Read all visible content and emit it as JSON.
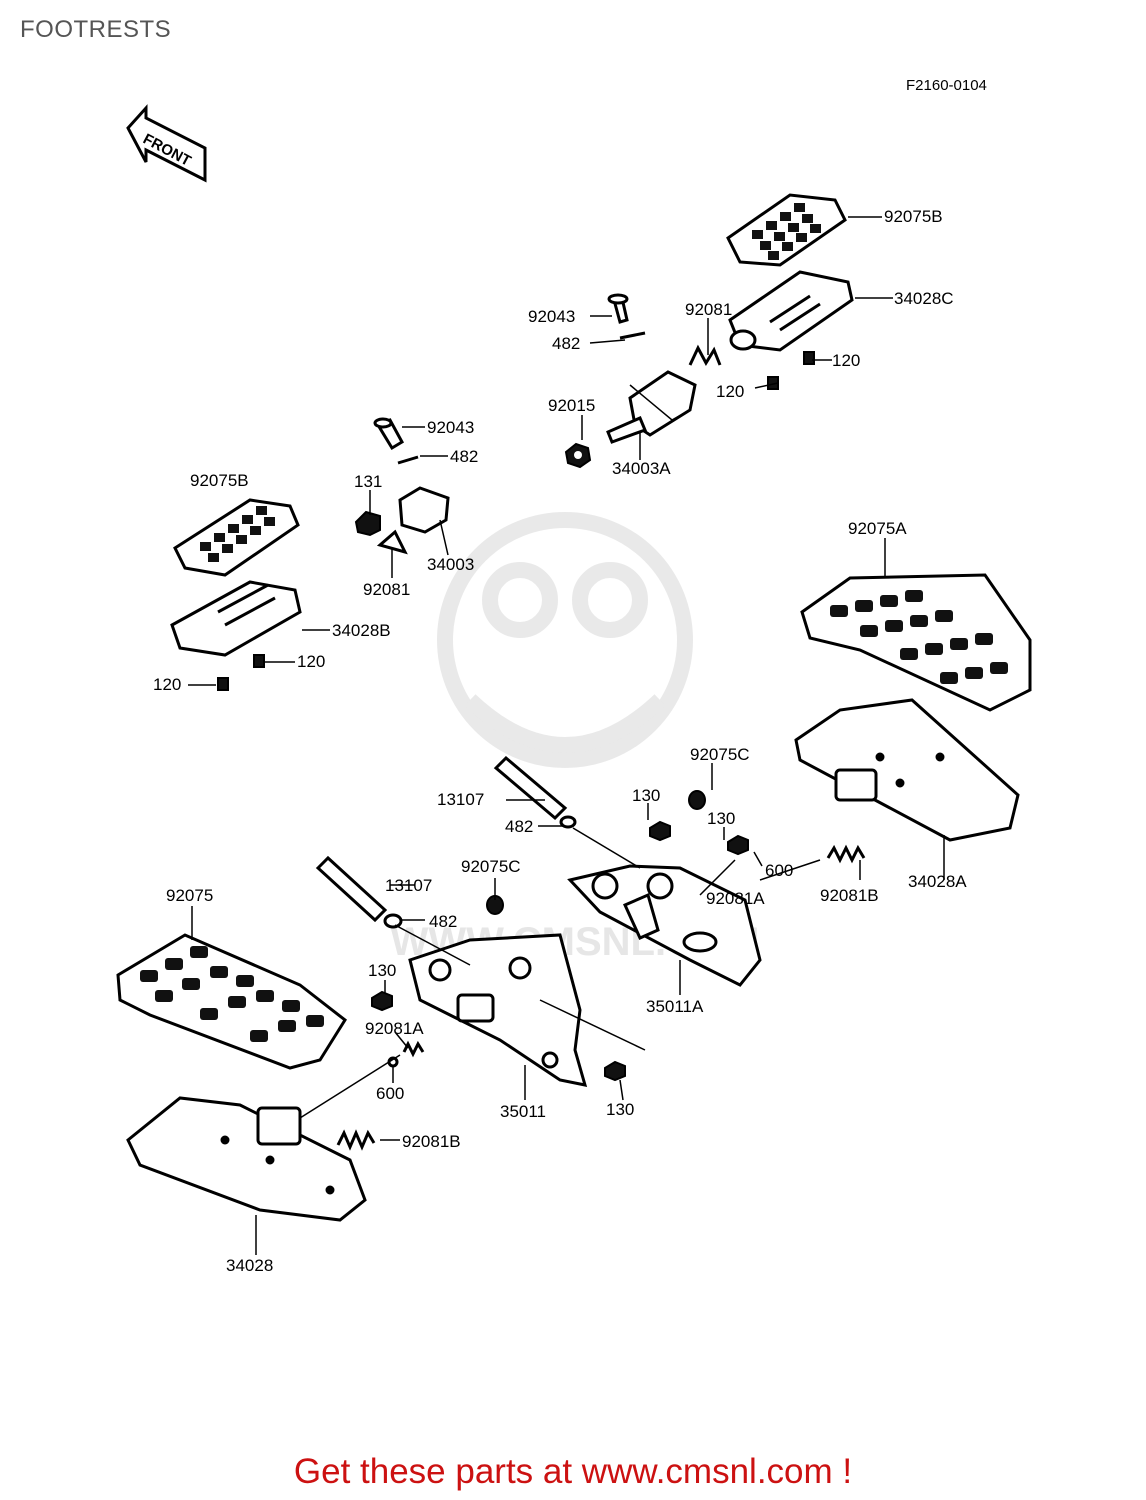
{
  "page": {
    "title": "FOOTRESTS",
    "diagram_code": "F2160-0104",
    "front_label": "FRONT",
    "watermark_text": "WWW.CMSNL.COM",
    "footer_text": "Get these parts at www.cmsnl.com !"
  },
  "colors": {
    "title": "#555555",
    "footer": "#cc1111",
    "lines": "#000000",
    "watermark": "#dddddd"
  },
  "callouts": [
    {
      "id": "c1",
      "part": "92075B"
    },
    {
      "id": "c2",
      "part": "34028C"
    },
    {
      "id": "c3",
      "part": "92081"
    },
    {
      "id": "c4",
      "part": "92043"
    },
    {
      "id": "c5",
      "part": "482"
    },
    {
      "id": "c6",
      "part": "120"
    },
    {
      "id": "c7",
      "part": "120"
    },
    {
      "id": "c8",
      "part": "92015"
    },
    {
      "id": "c9",
      "part": "34003A"
    },
    {
      "id": "c10",
      "part": "92043"
    },
    {
      "id": "c11",
      "part": "482"
    },
    {
      "id": "c12",
      "part": "131"
    },
    {
      "id": "c13",
      "part": "92075B"
    },
    {
      "id": "c14",
      "part": "34003"
    },
    {
      "id": "c15",
      "part": "92081"
    },
    {
      "id": "c16",
      "part": "34028B"
    },
    {
      "id": "c17",
      "part": "120"
    },
    {
      "id": "c18",
      "part": "120"
    },
    {
      "id": "c19",
      "part": "92075A"
    },
    {
      "id": "c20",
      "part": "92075C"
    },
    {
      "id": "c21",
      "part": "13107"
    },
    {
      "id": "c22",
      "part": "130"
    },
    {
      "id": "c23",
      "part": "482"
    },
    {
      "id": "c24",
      "part": "130"
    },
    {
      "id": "c25",
      "part": "600"
    },
    {
      "id": "c26",
      "part": "92075C"
    },
    {
      "id": "c27",
      "part": "92081A"
    },
    {
      "id": "c28",
      "part": "92081B"
    },
    {
      "id": "c29",
      "part": "34028A"
    },
    {
      "id": "c30",
      "part": "13107"
    },
    {
      "id": "c31",
      "part": "92075"
    },
    {
      "id": "c32",
      "part": "482"
    },
    {
      "id": "c33",
      "part": "35011A"
    },
    {
      "id": "c34",
      "part": "130"
    },
    {
      "id": "c35",
      "part": "92081A"
    },
    {
      "id": "c36",
      "part": "600"
    },
    {
      "id": "c37",
      "part": "35011"
    },
    {
      "id": "c38",
      "part": "130"
    },
    {
      "id": "c39",
      "part": "92081B"
    },
    {
      "id": "c40",
      "part": "34028"
    }
  ]
}
